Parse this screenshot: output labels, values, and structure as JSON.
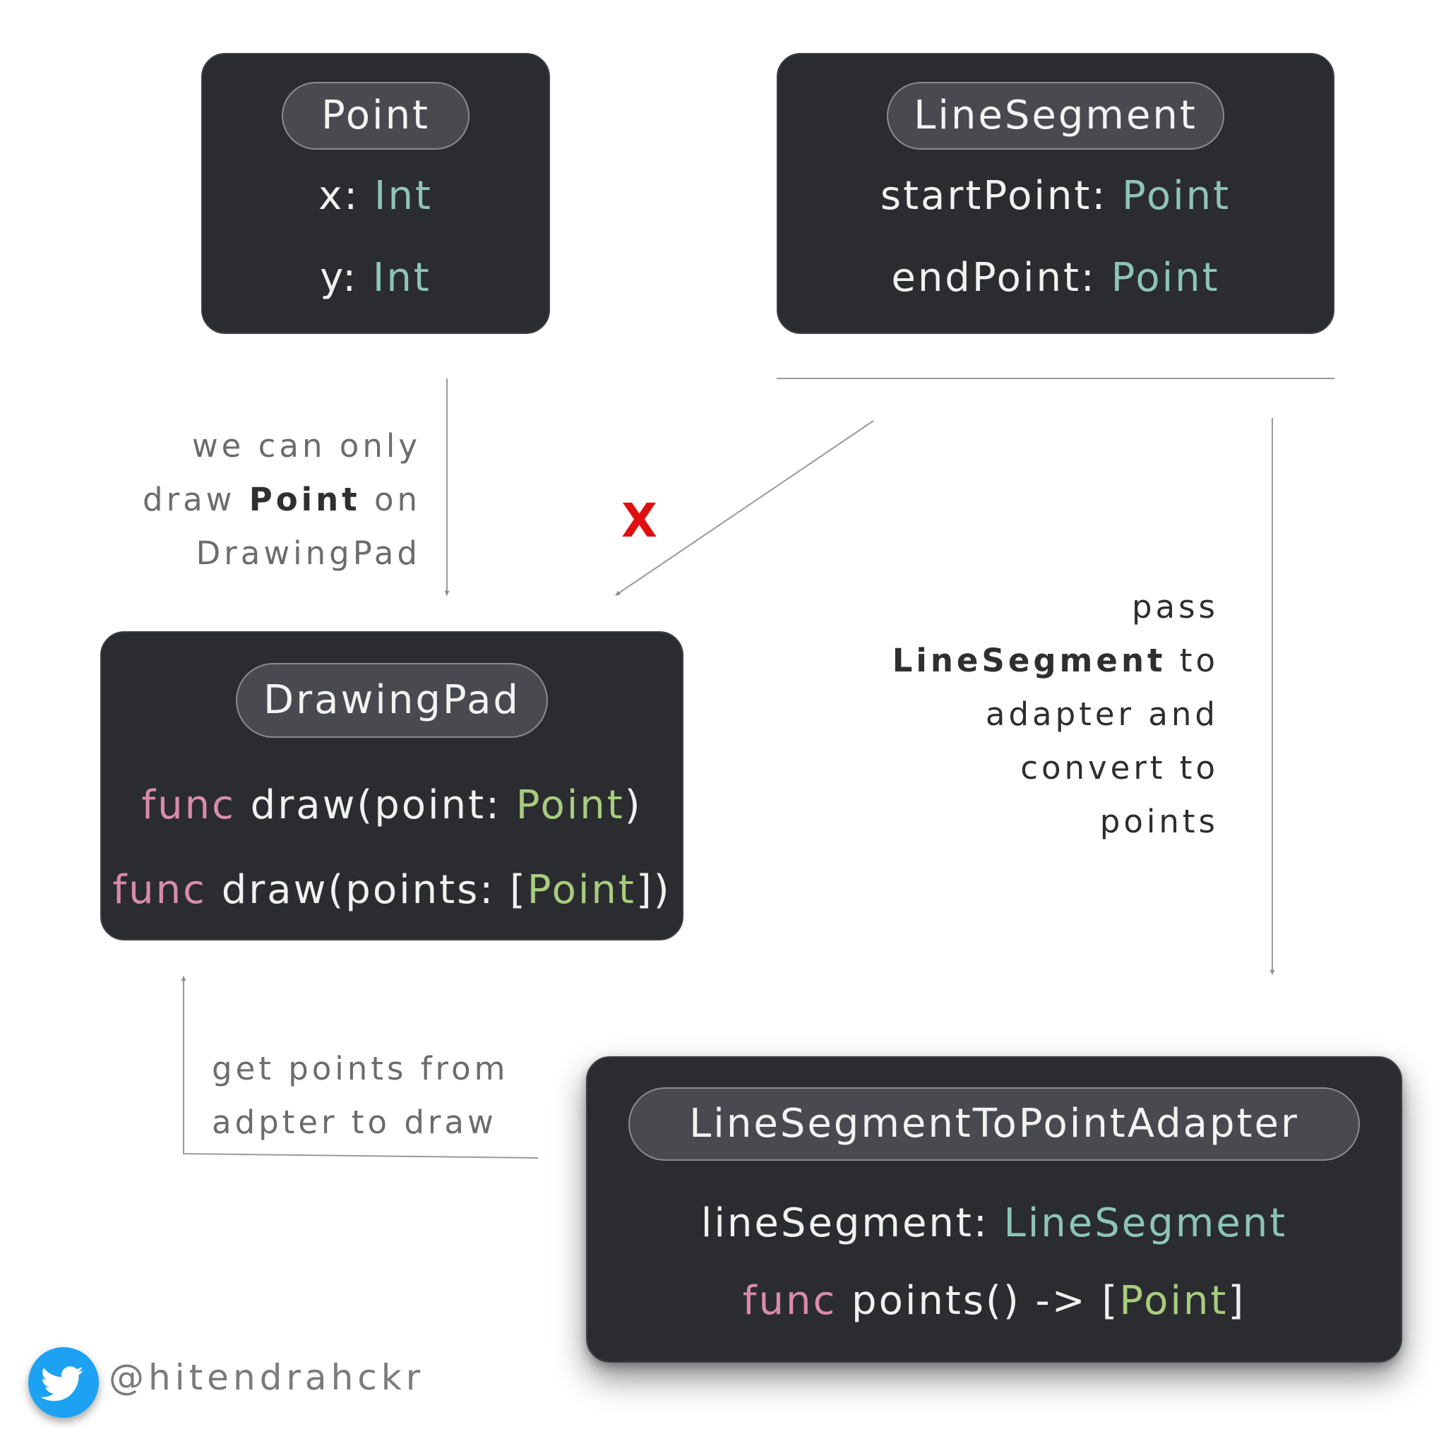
{
  "point_box": {
    "title": "Point",
    "fields": [
      {
        "name": "x",
        "sep": ": ",
        "type": "Int"
      },
      {
        "name": "y",
        "sep": ": ",
        "type": "Int"
      }
    ]
  },
  "line_segment_box": {
    "title": "LineSegment",
    "fields": [
      {
        "name": "startPoint",
        "sep": ": ",
        "type": "Point"
      },
      {
        "name": "endPoint",
        "sep": ": ",
        "type": "Point"
      }
    ]
  },
  "drawing_pad_box": {
    "title": "DrawingPad",
    "methods": [
      {
        "keyword": "func",
        "sig": " draw(point: ",
        "open": "",
        "type": "Point",
        "close": ")"
      },
      {
        "keyword": "func",
        "sig": " draw(points: ",
        "open": "[",
        "type": "Point",
        "close": "])"
      }
    ]
  },
  "adapter_box": {
    "title": "LineSegmentToPointAdapter",
    "field": {
      "name": "lineSegment",
      "sep": ": ",
      "type": "LineSegment"
    },
    "method": {
      "keyword": "func",
      "sig": " points() -> ",
      "open": "[",
      "type": "Point",
      "close": "]"
    }
  },
  "notes": {
    "only_point": {
      "line1": "we can only",
      "line2_pre": "draw ",
      "line2_bold": "Point",
      "line2_post": " on",
      "line3": "DrawingPad"
    },
    "pass": {
      "line1": "pass",
      "line2_bold": "LineSegment",
      "line2_post": " to",
      "line3": "adapter and",
      "line4": "convert to",
      "line5": "points"
    },
    "get_points": {
      "line1": "get points from",
      "line2": "adpter to draw"
    }
  },
  "cross_mark": "X",
  "footer": {
    "handle": "@hitendrahckr",
    "icon": "twitter-bird-icon"
  },
  "colors": {
    "card_bg": "#2b2c30",
    "type_teal": "#8dc5b4",
    "keyword_pink": "#d98bab",
    "type_green": "#a8cc7e",
    "cross_red": "#e01010",
    "twitter_blue": "#1da1f2"
  }
}
